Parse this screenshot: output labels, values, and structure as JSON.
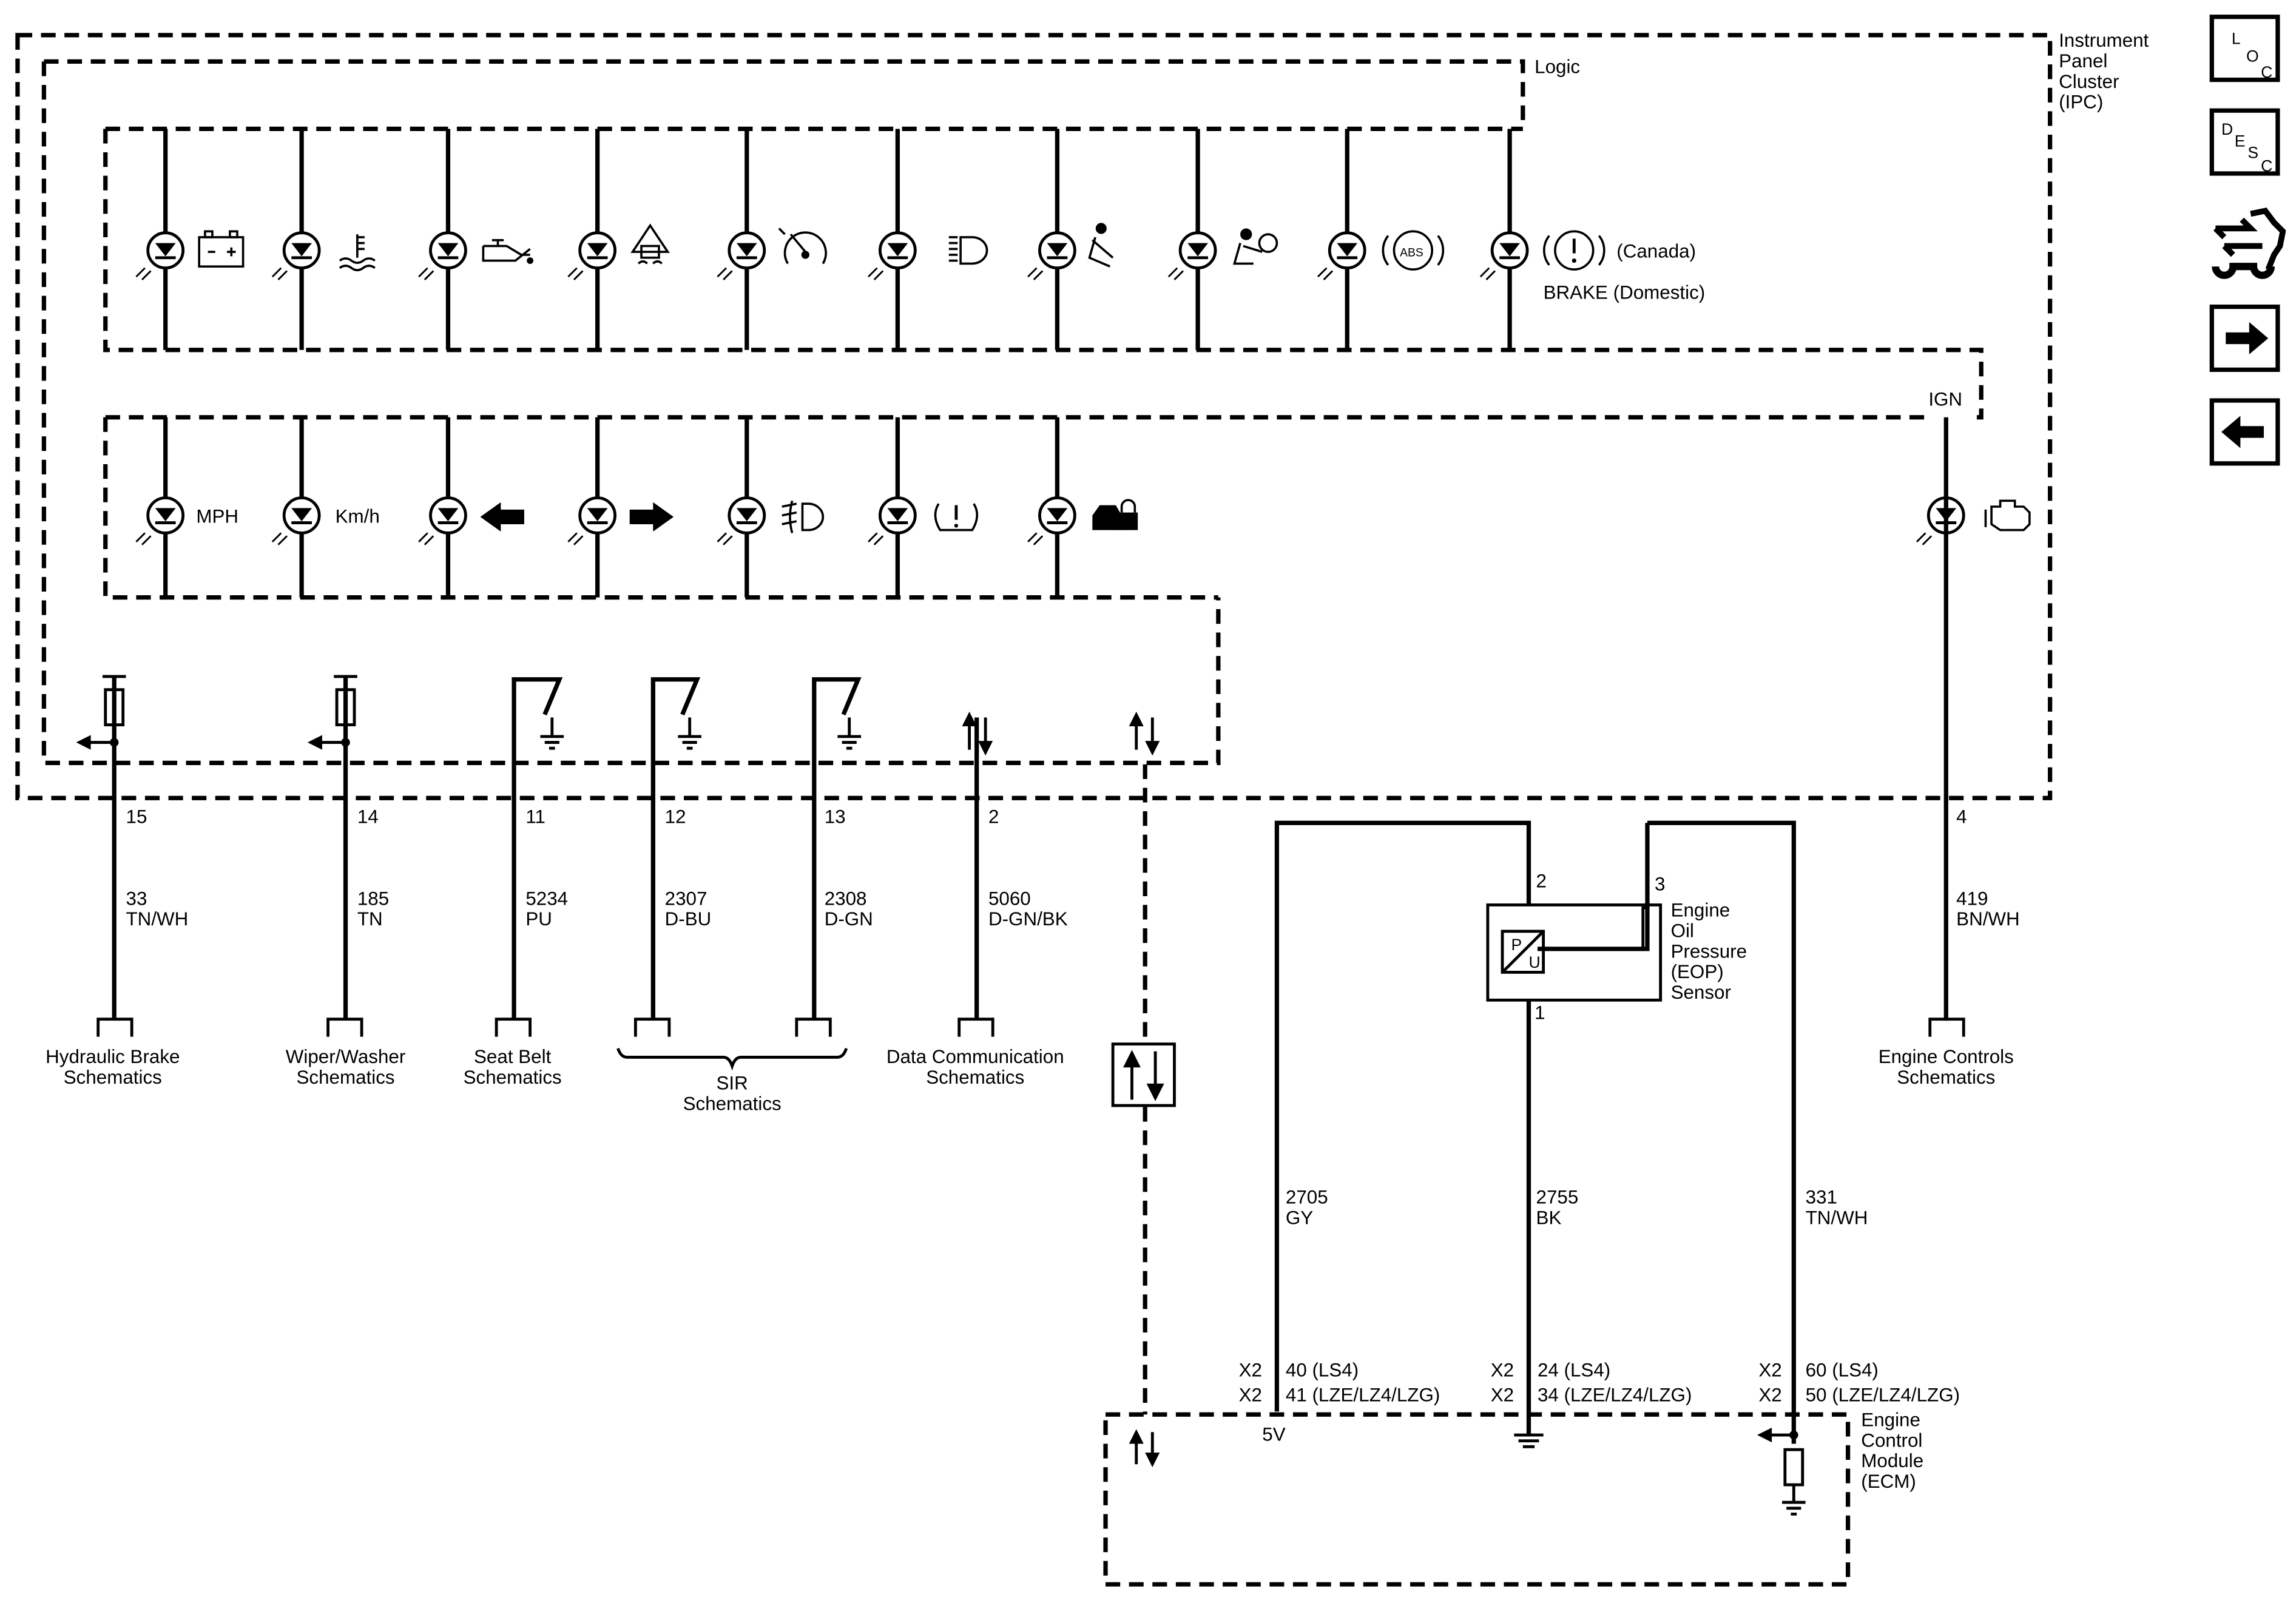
{
  "ipc": {
    "title": [
      "Instrument",
      "Panel",
      "Cluster",
      "(IPC)"
    ],
    "logic_label": "Logic",
    "ign_label": "IGN",
    "brake_canada": "(Canada)",
    "brake_domestic": "BRAKE (Domestic)",
    "lamp_labels": {
      "mph": "MPH",
      "kmh": "Km/h"
    },
    "lamps_row1": [
      "battery-icon",
      "coolant-temp-icon",
      "oil-pressure-icon",
      "traction-control-icon",
      "cruise-control-icon",
      "high-beam-icon",
      "seat-belt-icon",
      "airbag-icon",
      "abs-icon",
      "brake-warning-icon"
    ],
    "lamps_row2": [
      "mph-lamp",
      "kmh-lamp",
      "turn-left-icon",
      "turn-right-icon",
      "fog-lamp-icon",
      "tire-pressure-icon",
      "security-icon"
    ],
    "check_engine": "check-engine-icon"
  },
  "pins": {
    "p15": "15",
    "p14": "14",
    "p11": "11",
    "p12": "12",
    "p13": "13",
    "p2": "2",
    "p4": "4"
  },
  "wires": {
    "w15": [
      "33",
      "TN/WH"
    ],
    "w14": [
      "185",
      "TN"
    ],
    "w11": [
      "5234",
      "PU"
    ],
    "w12": [
      "2307",
      "D-BU"
    ],
    "w13": [
      "2308",
      "D-GN"
    ],
    "w2": [
      "5060",
      "D-GN/BK"
    ],
    "w4": [
      "419",
      "BN/WH"
    ],
    "gy": [
      "2705",
      "GY"
    ],
    "bk": [
      "2755",
      "BK"
    ],
    "tnwh": [
      "331",
      "TN/WH"
    ]
  },
  "links": {
    "hydraulic": [
      "Hydraulic Brake",
      "Schematics"
    ],
    "wiper": [
      "Wiper/Washer",
      "Schematics"
    ],
    "seatbelt": [
      "Seat Belt",
      "Schematics"
    ],
    "sir": [
      "SIR",
      "Schematics"
    ],
    "datacomm": [
      "Data Communication",
      "Schematics"
    ],
    "engine": [
      "Engine Controls",
      "Schematics"
    ]
  },
  "eop": {
    "label": [
      "Engine",
      "Oil",
      "Pressure",
      "(EOP)",
      "Sensor"
    ],
    "pin2": "2",
    "pin3": "3",
    "pin1": "1",
    "p_letter": "P",
    "u_letter": "U"
  },
  "ecm": {
    "label": [
      "Engine",
      "Control",
      "Module",
      "(ECM)"
    ],
    "gy_pins": [
      "X2",
      "40 (LS4)",
      "X2",
      "41 (LZE/LZ4/LZG)"
    ],
    "bk_pins": [
      "X2",
      "24 (LS4)",
      "X2",
      "34 (LZE/LZ4/LZG)"
    ],
    "tn_pins": [
      "X2",
      "60 (LS4)",
      "X2",
      "50 (LZE/LZ4/LZG)"
    ],
    "five_v": "5V"
  },
  "nav": {
    "loc": [
      "L",
      "O",
      "C"
    ],
    "desc": [
      "D",
      "E",
      "S",
      "C"
    ],
    "buttons": [
      "loc-button",
      "desc-button",
      "connector-repair-button",
      "next-page-button",
      "previous-page-button"
    ]
  },
  "icon_texts": {
    "abs": "ABS",
    "brake_symbol": "(!)"
  }
}
